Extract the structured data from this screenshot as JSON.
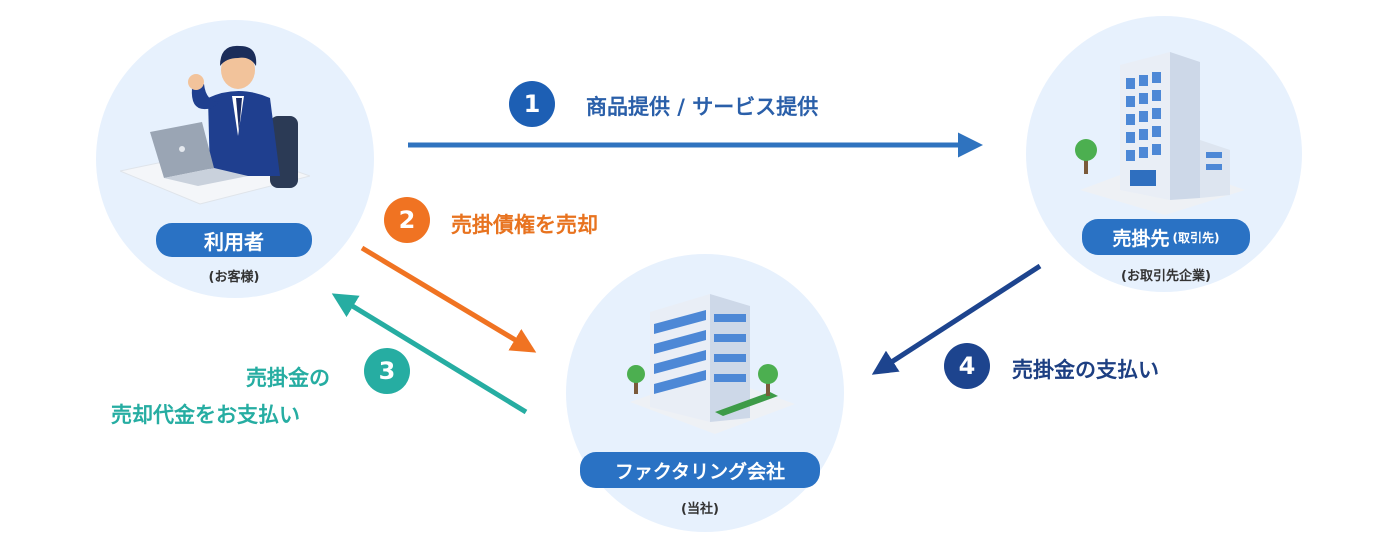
{
  "colors": {
    "step1": "#2f73bf",
    "step2": "#f07322",
    "step3": "#26ada2",
    "step4": "#1d448e",
    "badge": "#2a72c4"
  },
  "nodes": {
    "user": {
      "label": "利用者",
      "sub": "(お客様)",
      "icon": "businessman-laptop-icon"
    },
    "client": {
      "label": "売掛先",
      "label_small": "(取引先)",
      "sub": "(お取引先企業)",
      "icon": "office-building-icon"
    },
    "factoring": {
      "label": "ファクタリング会社",
      "sub": "(当社)",
      "icon": "office-building-icon"
    }
  },
  "steps": [
    {
      "num": "1",
      "label": "商品提供 / サービス提供"
    },
    {
      "num": "2",
      "label": "売掛債権を売却"
    },
    {
      "num": "3",
      "label_lines": [
        "売掛金の",
        "売却代金をお支払い"
      ]
    },
    {
      "num": "4",
      "label": "売掛金の支払い"
    }
  ]
}
